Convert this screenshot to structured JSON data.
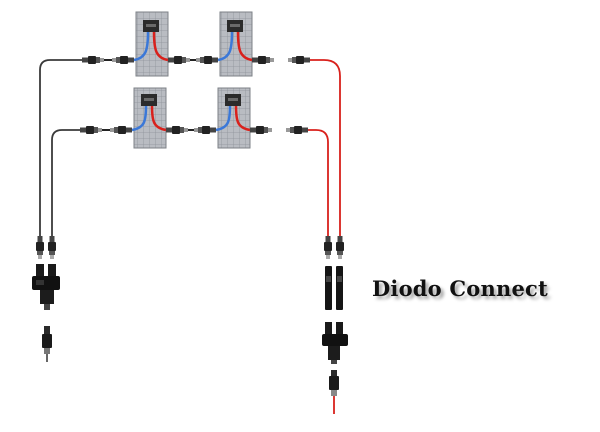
{
  "diagram": {
    "label": "Diodo Connect"
  },
  "wires": {
    "negative_color": "#3a3a3a",
    "positive_color": "#d9211c",
    "panel_negative_color": "#3b78d8",
    "panel_positive_color": "#d9211c"
  },
  "panels": [
    {
      "id": "panel-row1-col1"
    },
    {
      "id": "panel-row1-col2"
    },
    {
      "id": "panel-row2-col1"
    },
    {
      "id": "panel-row2-col2"
    }
  ]
}
